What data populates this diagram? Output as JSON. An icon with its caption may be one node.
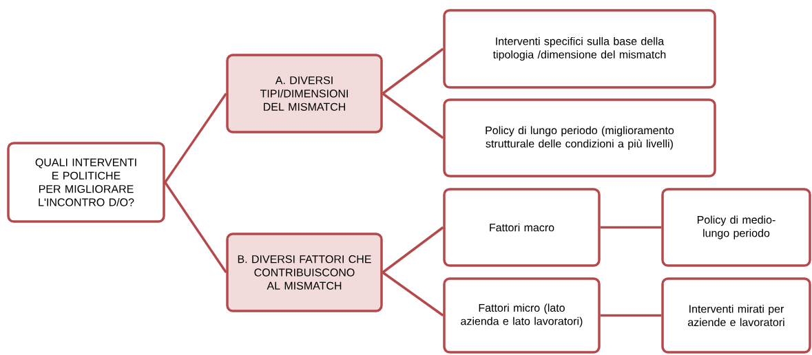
{
  "diagram": {
    "nodes": [
      {
        "text": [
          "QUALI INTERVENTI E POLITICHE PER MIGLIORARE L'INCONTRO D/O?"
        ]
      },
      {
        "text": [
          "A. DIVERSI TIPI/DIMENSIONI DEL MISMATCH"
        ]
      },
      {
        "text": [
          "B. DIVERSI FATTORI CHE CONTRIBUISCONO AL MISMATCH"
        ]
      },
      {
        "text": [
          "Interventi specifici sulla base della tipologia /dimensione del mismatch"
        ]
      },
      {
        "text": [
          "Policy di lungo periodo (miglioramento strutturale delle condizioni a più livelli)"
        ]
      },
      {
        "text": [
          "Fattori macro"
        ]
      },
      {
        "text": [
          "Fattori micro (lato azienda e lato lavoratori)"
        ]
      },
      {
        "text": [
          "Policy di medio-lungo periodo"
        ]
      },
      {
        "text": [
          "Interventi mirati per aziende e lavoratori"
        ]
      }
    ],
    "edges": [
      {
        "from": 0,
        "to": 1,
        "arrow": "none"
      },
      {
        "from": 0,
        "to": 2,
        "arrow": "none"
      },
      {
        "from": 1,
        "to": 3,
        "arrow": "none"
      },
      {
        "from": 1,
        "to": 4,
        "arrow": "none"
      },
      {
        "from": 2,
        "to": 5,
        "arrow": "none"
      },
      {
        "from": 2,
        "to": 6,
        "arrow": "none"
      },
      {
        "from": 5,
        "to": 7,
        "arrow": "none"
      },
      {
        "from": 6,
        "to": 8,
        "arrow": "none"
      }
    ]
  }
}
